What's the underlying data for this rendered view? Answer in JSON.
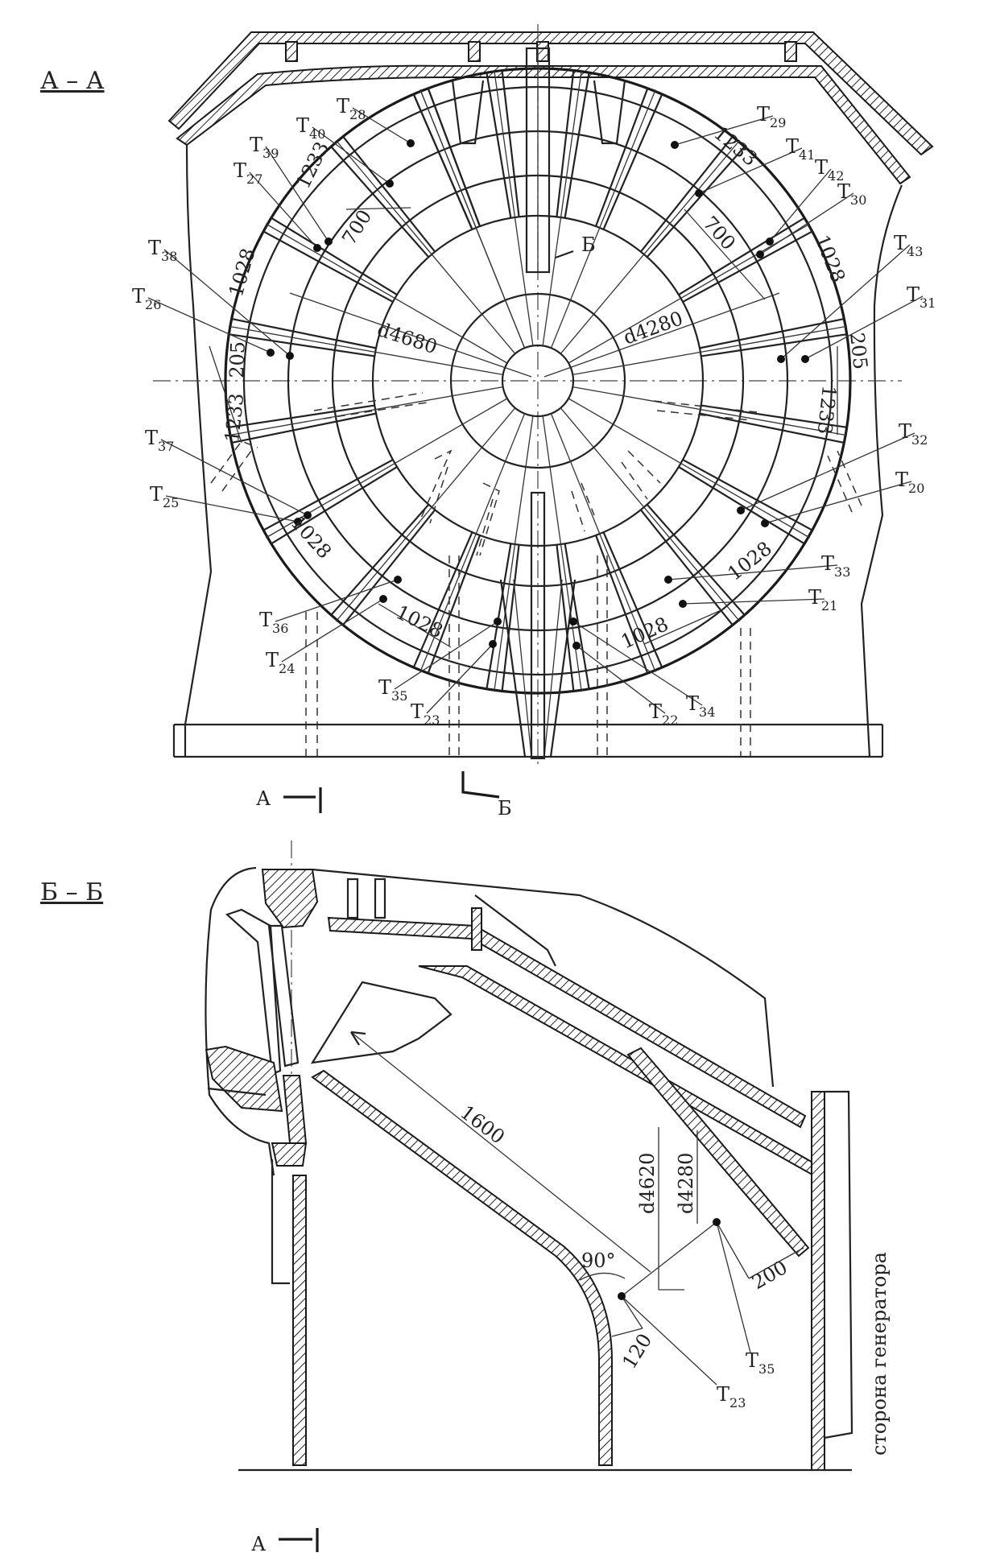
{
  "section_aa": {
    "title": "А – А",
    "points": [
      {
        "id": "t28",
        "name": "Т",
        "sub": "28"
      },
      {
        "id": "t29",
        "name": "Т",
        "sub": "29"
      },
      {
        "id": "t40",
        "name": "Т",
        "sub": "40"
      },
      {
        "id": "t39",
        "name": "Т",
        "sub": "39"
      },
      {
        "id": "t41",
        "name": "Т",
        "sub": "41"
      },
      {
        "id": "t27",
        "name": "Т",
        "sub": "27"
      },
      {
        "id": "t42",
        "name": "Т",
        "sub": "42"
      },
      {
        "id": "t30",
        "name": "Т",
        "sub": "30"
      },
      {
        "id": "t38",
        "name": "Т",
        "sub": "38"
      },
      {
        "id": "t43",
        "name": "Т",
        "sub": "43"
      },
      {
        "id": "t26",
        "name": "Т",
        "sub": "26"
      },
      {
        "id": "t31",
        "name": "Т",
        "sub": "31"
      },
      {
        "id": "t37",
        "name": "Т",
        "sub": "37"
      },
      {
        "id": "t32",
        "name": "Т",
        "sub": "32"
      },
      {
        "id": "t25",
        "name": "Т",
        "sub": "25"
      },
      {
        "id": "t20",
        "name": "Т",
        "sub": "20"
      },
      {
        "id": "t33",
        "name": "Т",
        "sub": "33"
      },
      {
        "id": "t21",
        "name": "Т",
        "sub": "21"
      },
      {
        "id": "t36",
        "name": "Т",
        "sub": "36"
      },
      {
        "id": "t24",
        "name": "Т",
        "sub": "24"
      },
      {
        "id": "t35",
        "name": "Т",
        "sub": "35"
      },
      {
        "id": "t23",
        "name": "Т",
        "sub": "23"
      },
      {
        "id": "t22",
        "name": "Т",
        "sub": "22"
      },
      {
        "id": "t34",
        "name": "Т",
        "sub": "34"
      }
    ],
    "dimensions": {
      "d_outer": "d4680",
      "d_inner": "d4280",
      "top_left_1233": "1233",
      "top_left_700": "700",
      "left_1028": "1028",
      "left_205": "205",
      "left_1233": "1233",
      "top_right_1233": "1233",
      "top_right_700": "700",
      "right_1028": "1028",
      "right_205": "205",
      "right_1233": "1233",
      "lower_left_1028": "1028",
      "bottom_left_1028": "1028",
      "bottom_right_1028": "1028",
      "lower_right_1028": "1028"
    },
    "section_marks": {
      "b_top": "Б",
      "a_bottom": "А",
      "b_bottom": "Б"
    }
  },
  "section_bb": {
    "title": "Б – Б",
    "dimensions": {
      "length": "1600",
      "d1": "d4620",
      "d2": "d4280",
      "angle": "90°",
      "w1": "200",
      "w2": "120"
    },
    "points": [
      {
        "id": "t35",
        "name": "Т",
        "sub": "35"
      },
      {
        "id": "t23",
        "name": "Т",
        "sub": "23"
      }
    ],
    "side_label": "сторона  генератора",
    "section_mark": "А"
  }
}
